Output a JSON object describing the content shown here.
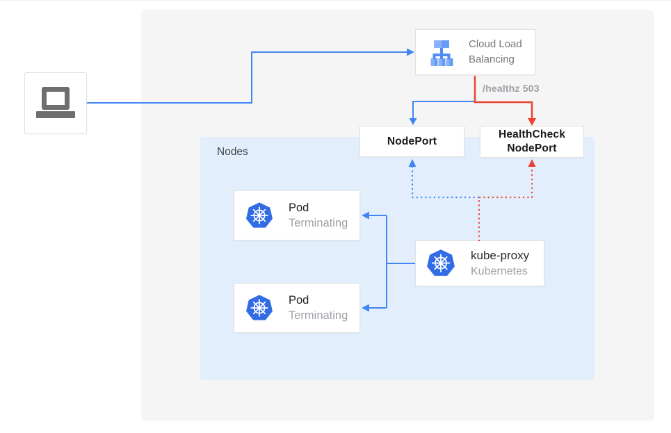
{
  "colors": {
    "blue": "#4285f4",
    "red": "#ea4335",
    "canvas_bg": "#f5f5f5",
    "nodes_bg": "#e2eefb",
    "box_border": "#e0e0e0",
    "grey_text": "#767676",
    "dark_text": "#1f2023",
    "muted_text": "#9da1a6",
    "k8s_blue": "#326ce5",
    "laptop_grey": "#6e6e6e",
    "clb_light": "#8ab0f8",
    "clb_mid": "#669cf6",
    "clb_dark": "#4f8df5"
  },
  "client": {
    "icon": "laptop-icon"
  },
  "load_balancer": {
    "label": "Cloud Load Balancing",
    "icon": "cloud-load-balancing-icon"
  },
  "edge_label": "/healthz 503",
  "node_port": {
    "label": "NodePort"
  },
  "health_check_node_port": {
    "line1": "HealthCheck",
    "line2": "NodePort"
  },
  "nodes_group": {
    "label": "Nodes"
  },
  "pods": [
    {
      "title": "Pod",
      "status": "Terminating",
      "icon": "kubernetes-icon"
    },
    {
      "title": "Pod",
      "status": "Terminating",
      "icon": "kubernetes-icon"
    }
  ],
  "kube_proxy": {
    "title": "kube-proxy",
    "subtitle": "Kubernetes",
    "icon": "kubernetes-icon"
  }
}
